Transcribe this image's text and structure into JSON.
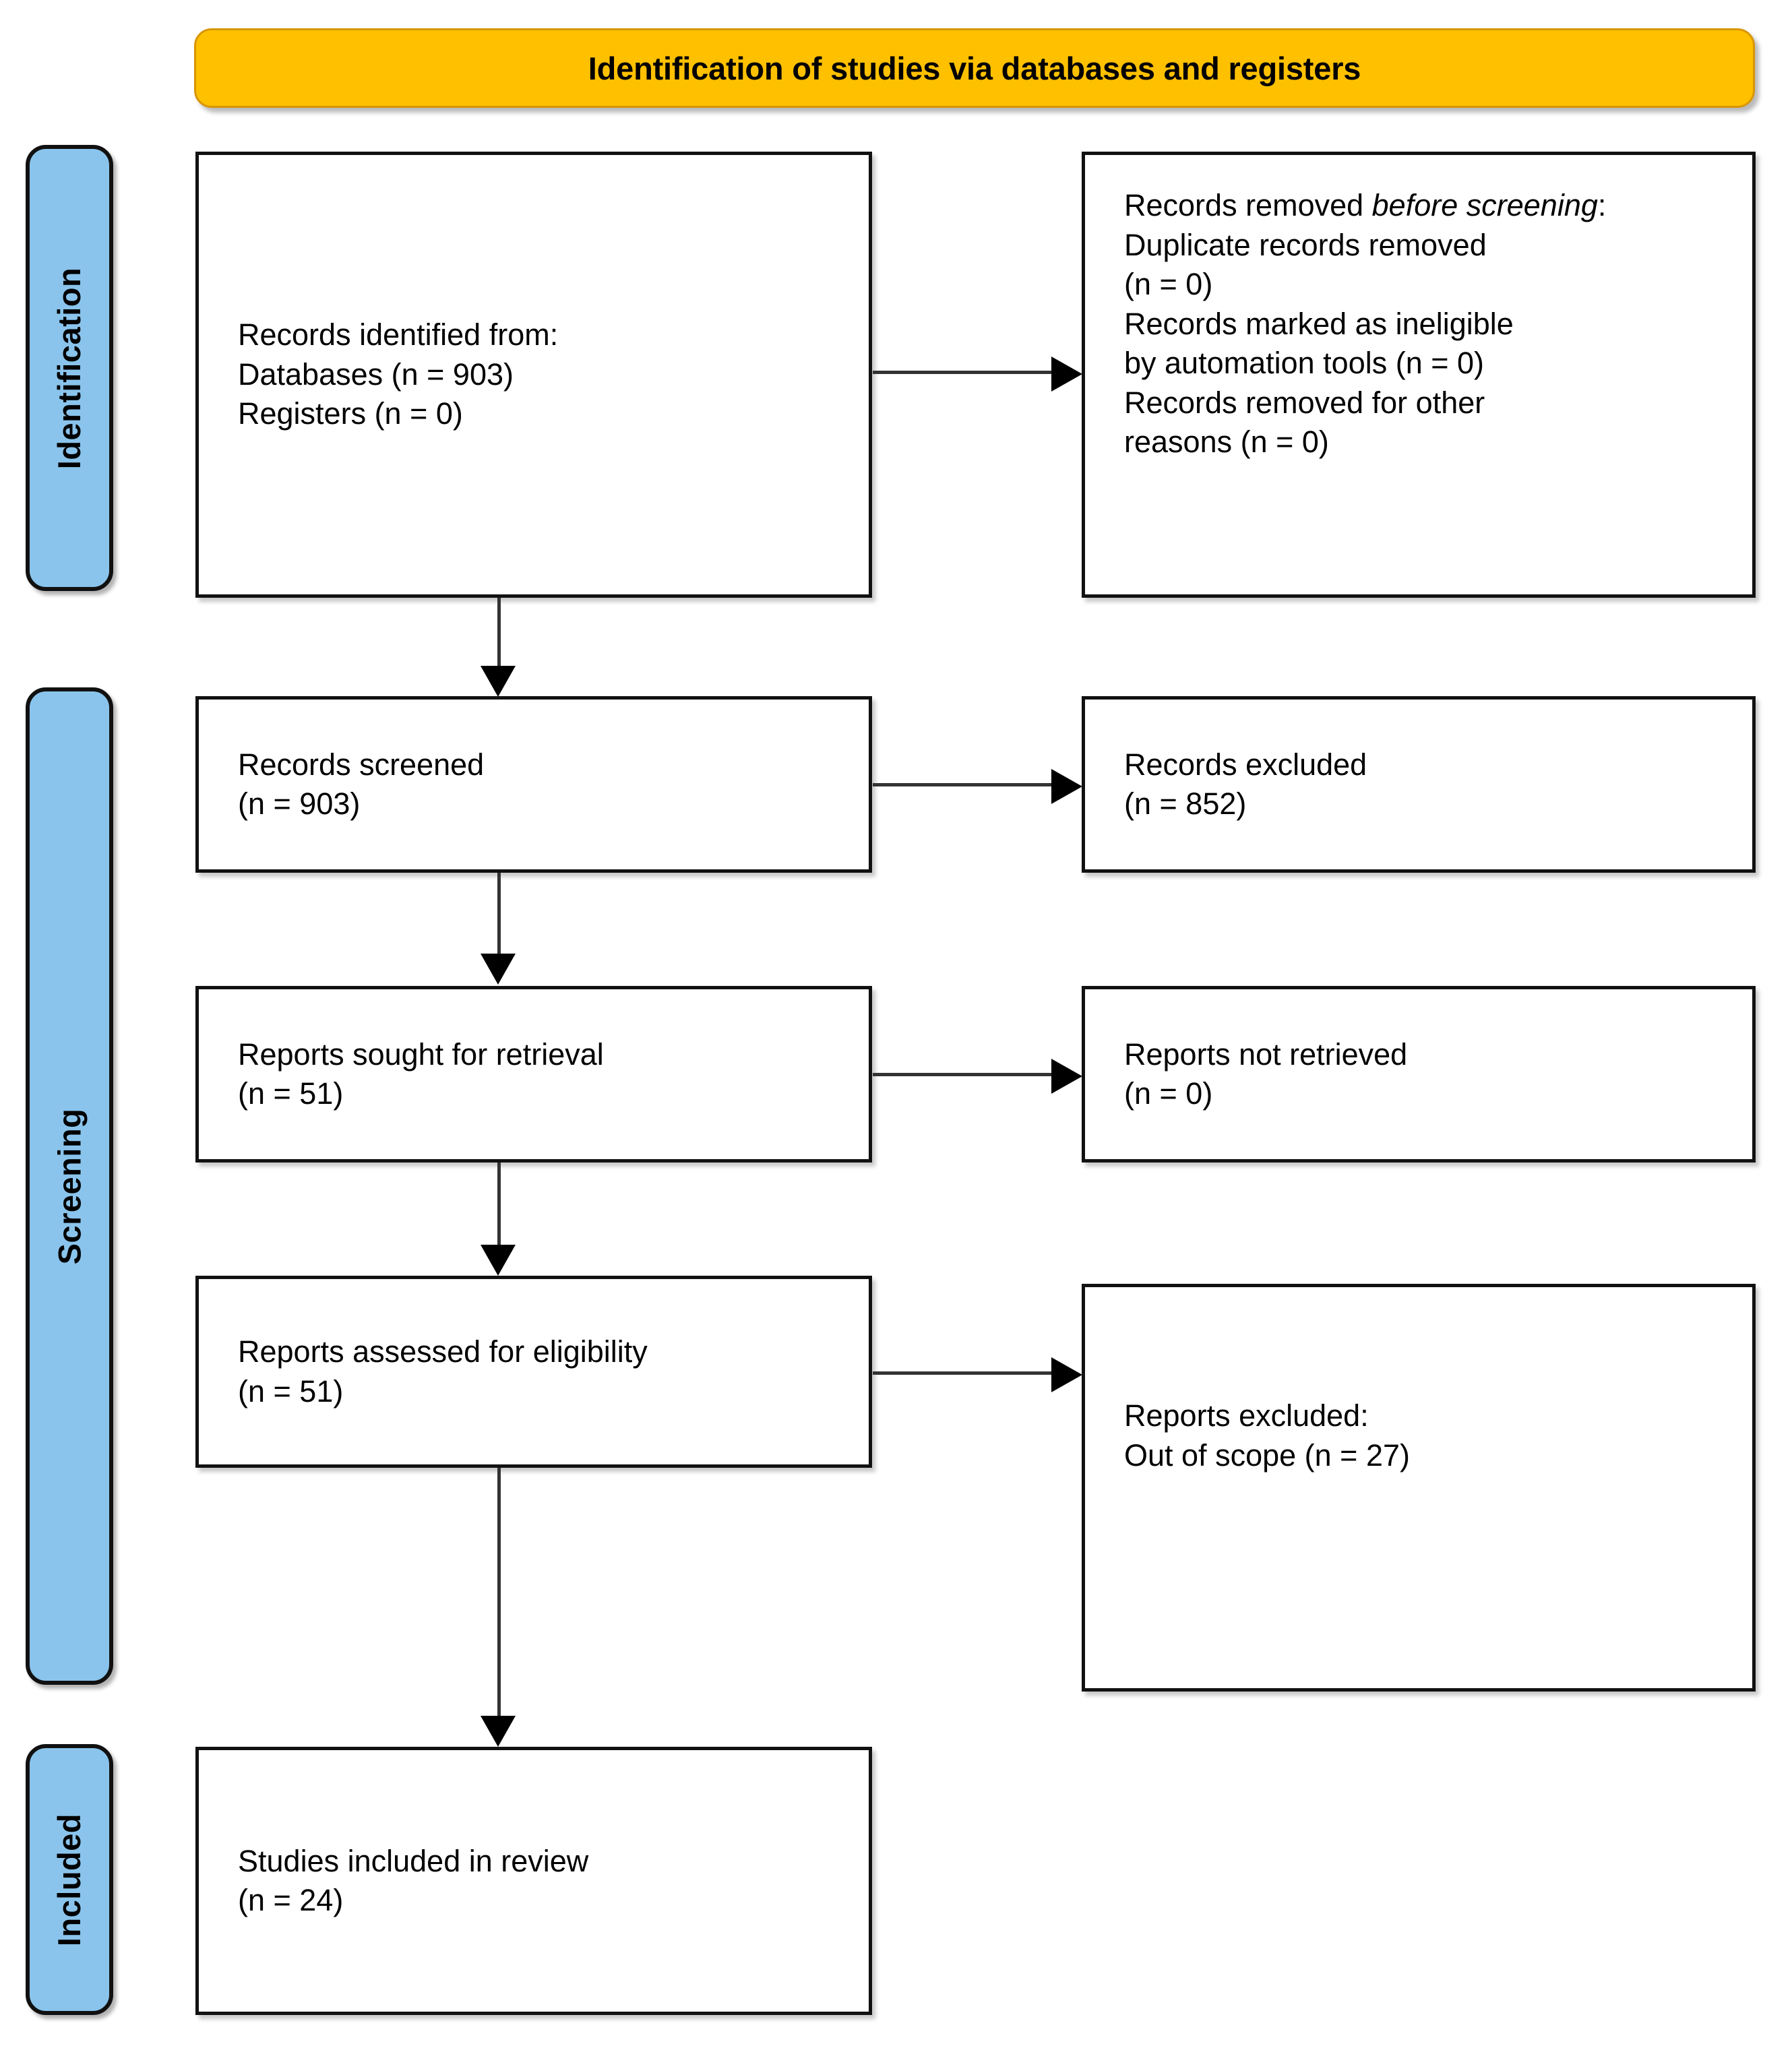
{
  "header": {
    "title": "Identification of studies via databases and registers",
    "bg_color": "#FFC000"
  },
  "stages": [
    {
      "id": "identification",
      "label": "Identification",
      "color": "#8AC4EC"
    },
    {
      "id": "screening",
      "label": "Screening",
      "color": "#8AC4EC"
    },
    {
      "id": "included",
      "label": "Included",
      "color": "#8AC4EC"
    }
  ],
  "boxes": {
    "identified": {
      "line1": "Records identified from:",
      "line2": "    Databases (n = 903)",
      "line3": "    Registers (n = 0)"
    },
    "removed": {
      "heading_plain": "Records removed ",
      "heading_italic": "before screening",
      "heading_colon": ":",
      "line1": "    Duplicate records removed",
      "line2": "(n = 0)",
      "line3": "    Records marked as ineligible",
      "line4": "by automation  tools (n = 0)",
      "line5": "    Records removed for other",
      "line6": "reasons (n = 0)"
    },
    "screened": {
      "line1": "Records screened",
      "line2": "(n = 903)"
    },
    "excluded": {
      "line1": "Records excluded",
      "line2": "(n = 852)"
    },
    "sought": {
      "line1": "Reports sought for retrieval",
      "line2": "(n = 51)"
    },
    "not_retrieved": {
      "line1": "Reports not retrieved",
      "line2": "(n = 0)"
    },
    "assessed": {
      "line1": "Reports assessed for eligibility",
      "line2": "(n = 51)"
    },
    "reports_excluded": {
      "line1": "Reports excluded:",
      "line2": "    Out of scope (n = 27)"
    },
    "included": {
      "line1": "Studies included in review",
      "line2": "(n = 24)"
    }
  },
  "chart_data": {
    "type": "diagram",
    "title": "Identification of studies via databases and registers",
    "nodes": [
      {
        "id": "identified",
        "stage": "Identification",
        "label": "Records identified from: Databases (n = 903), Registers (n = 0)",
        "n_databases": 903,
        "n_registers": 0
      },
      {
        "id": "removed",
        "stage": "Identification",
        "label": "Records removed before screening",
        "duplicates_removed": 0,
        "marked_ineligible_by_automation": 0,
        "removed_other_reasons": 0
      },
      {
        "id": "screened",
        "stage": "Screening",
        "label": "Records screened",
        "n": 903
      },
      {
        "id": "excluded",
        "stage": "Screening",
        "label": "Records excluded",
        "n": 852
      },
      {
        "id": "sought",
        "stage": "Screening",
        "label": "Reports sought for retrieval",
        "n": 51
      },
      {
        "id": "not_retrieved",
        "stage": "Screening",
        "label": "Reports not retrieved",
        "n": 0
      },
      {
        "id": "assessed",
        "stage": "Screening",
        "label": "Reports assessed for eligibility",
        "n": 51
      },
      {
        "id": "reports_excluded",
        "stage": "Screening",
        "label": "Reports excluded: Out of scope",
        "out_of_scope": 27
      },
      {
        "id": "included",
        "stage": "Included",
        "label": "Studies included in review",
        "n": 24
      }
    ],
    "edges": [
      {
        "from": "identified",
        "to": "removed",
        "direction": "right"
      },
      {
        "from": "identified",
        "to": "screened",
        "direction": "down"
      },
      {
        "from": "screened",
        "to": "excluded",
        "direction": "right"
      },
      {
        "from": "screened",
        "to": "sought",
        "direction": "down"
      },
      {
        "from": "sought",
        "to": "not_retrieved",
        "direction": "right"
      },
      {
        "from": "sought",
        "to": "assessed",
        "direction": "down"
      },
      {
        "from": "assessed",
        "to": "reports_excluded",
        "direction": "right"
      },
      {
        "from": "assessed",
        "to": "included",
        "direction": "down"
      }
    ]
  }
}
